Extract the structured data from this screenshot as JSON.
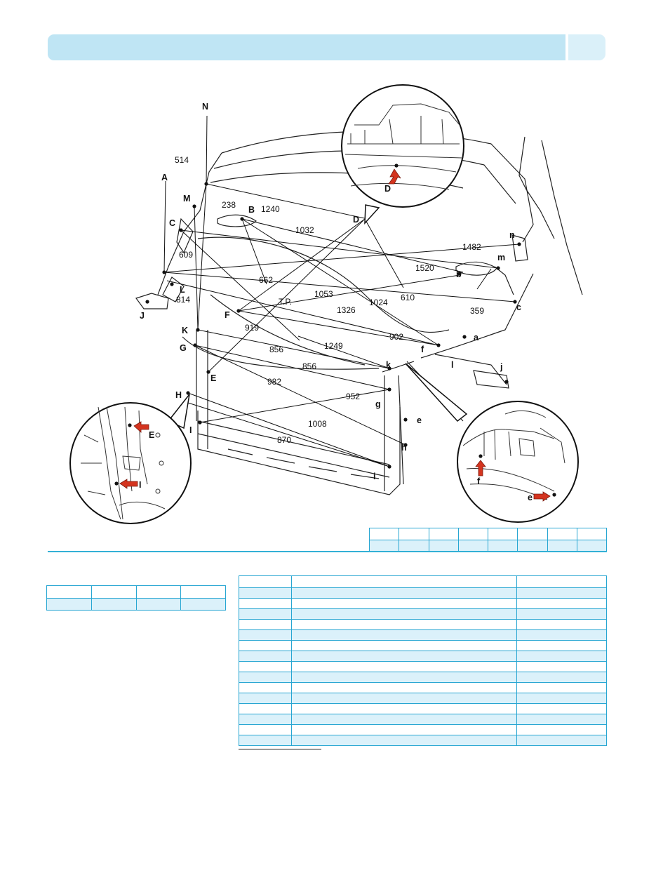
{
  "dimensions": {
    "upper_left": [
      "514",
      "238",
      "1240",
      "1032",
      "609",
      "814",
      "662",
      "919",
      "1053",
      "1024",
      "610",
      "1326",
      "1249",
      "856",
      "856",
      "982",
      "1008",
      "870",
      "952",
      "902"
    ],
    "upper_right": [
      "1482",
      "1520",
      "359"
    ],
    "reference": "T.P."
  },
  "points": {
    "upper": [
      "N",
      "A",
      "M",
      "B",
      "C",
      "D",
      "L",
      "J",
      "K",
      "F",
      "G",
      "E",
      "H",
      "I"
    ],
    "lower": [
      "n",
      "m",
      "b",
      "c",
      "a",
      "f",
      "k",
      "l",
      "j",
      "g",
      "e",
      "h",
      "i"
    ]
  },
  "insets": {
    "top": {
      "label": "D"
    },
    "left": {
      "labels": [
        "E",
        "I"
      ]
    },
    "right": {
      "labels": [
        "f",
        "e"
      ]
    }
  },
  "colors": {
    "header": "#bfe5f4",
    "table_border": "#27a6d2",
    "table_alt_row": "#dbf1fa",
    "arrow": "#d4341f"
  }
}
